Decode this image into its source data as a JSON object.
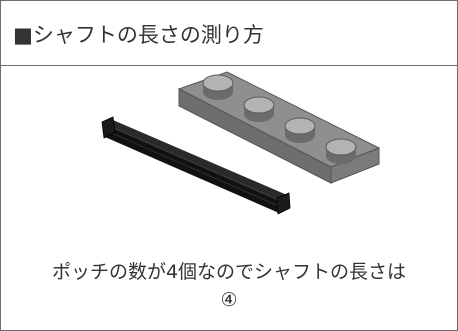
{
  "header": {
    "title": "■シャフトの長さの測り方"
  },
  "caption": {
    "line1": "ポッチの数が4個なのでシャフトの長さは",
    "line2": "④"
  },
  "illustration": {
    "plate_studs": 4,
    "plate_color": "#8e8e8e",
    "axle_color": "#1b1b1b"
  }
}
